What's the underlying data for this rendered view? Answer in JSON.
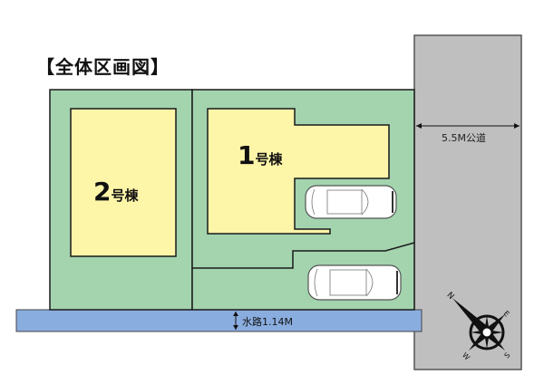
{
  "title": "【全体区画図】",
  "colors": {
    "lot_green": "#a3d4ae",
    "building_yellow": "#fdf5a8",
    "road_gray": "#bfbfbf",
    "waterway_blue": "#8aaddf",
    "outline": "#1a1a1a"
  },
  "buildings": [
    {
      "number": "1",
      "suffix": "号棟"
    },
    {
      "number": "2",
      "suffix": "号棟"
    }
  ],
  "road": {
    "label": "5.5M公道"
  },
  "waterway": {
    "label": "水路1.14M"
  },
  "compass": {
    "n": "N",
    "e": "E",
    "s": "S",
    "w": "W"
  }
}
